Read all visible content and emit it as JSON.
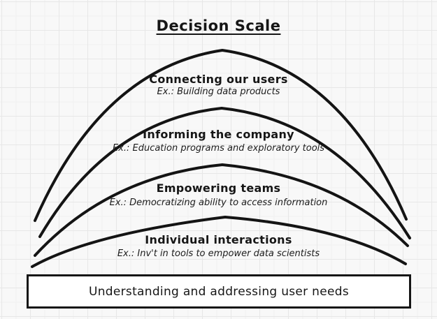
{
  "title": "Decision Scale",
  "levels": [
    {
      "heading": "Connecting our users",
      "example": "Ex.: Building data products"
    },
    {
      "heading": "Informing the company",
      "example": "Ex.: Education programs and exploratory tools"
    },
    {
      "heading": "Empowering teams",
      "example": "Ex.: Democratizing ability to access information"
    },
    {
      "heading": "Individual interactions",
      "example": "Ex.: Inv't in tools to empower data scientists"
    }
  ],
  "base": {
    "label": "Understanding and addressing user needs"
  },
  "colors": {
    "ink": "#141414",
    "background": "#f8f8f8",
    "grid_minor": "#f1f1f1",
    "grid_major": "#e7e7e7",
    "box_fill": "#ffffff"
  }
}
